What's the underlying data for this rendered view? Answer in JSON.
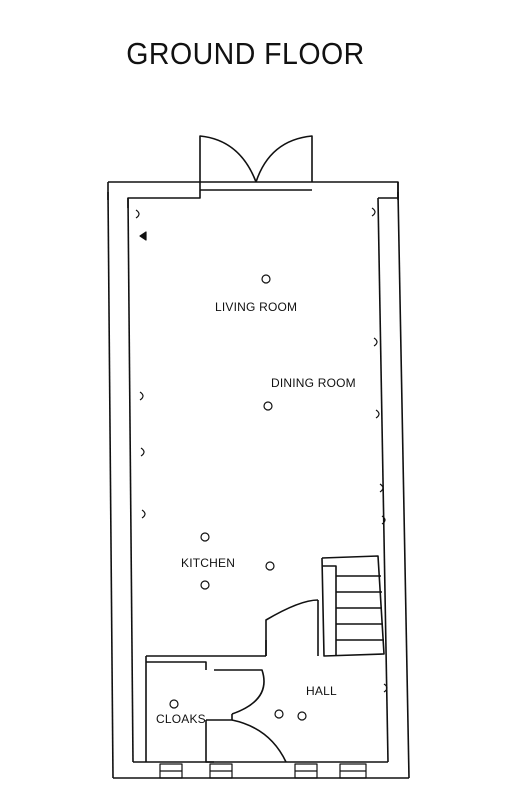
{
  "title": "GROUND FLOOR",
  "rooms": {
    "living": "LIVING ROOM",
    "dining": "DINING ROOM",
    "kitchen": "KITCHEN",
    "hall": "HALL",
    "cloaks": "CLOAKS"
  },
  "colors": {
    "line": "#111111",
    "background": "#ffffff"
  }
}
